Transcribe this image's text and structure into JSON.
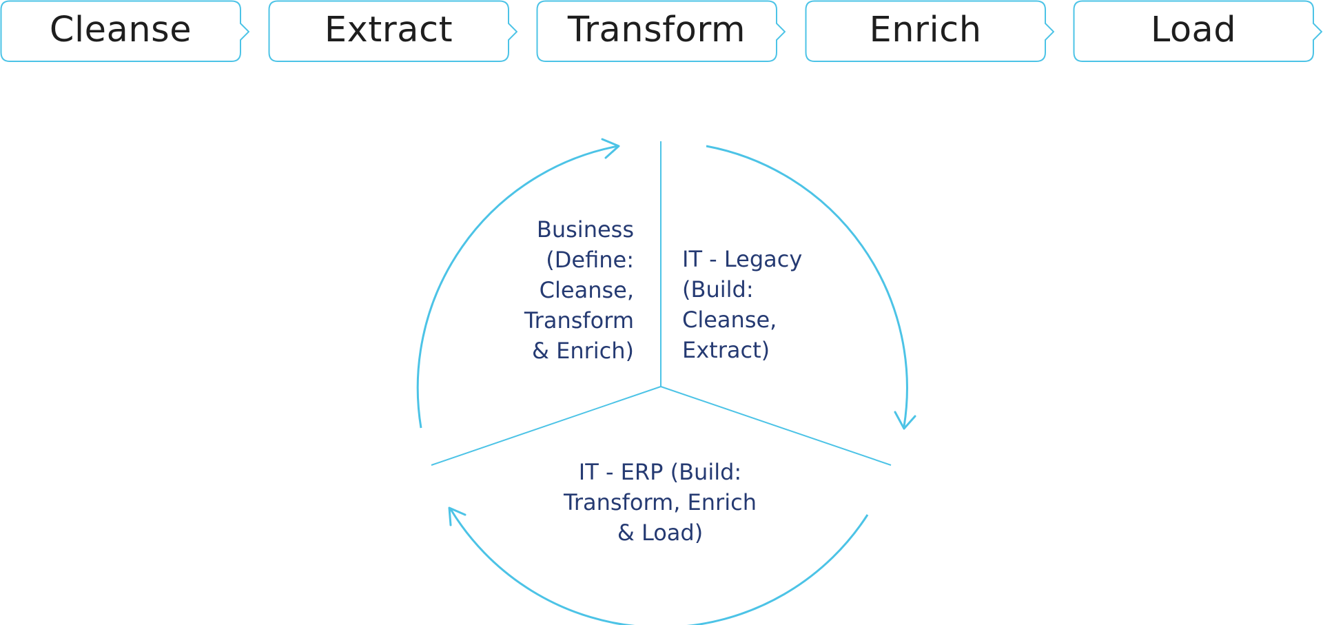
{
  "process_steps": [
    {
      "label": "Cleanse"
    },
    {
      "label": "Extract"
    },
    {
      "label": "Transform"
    },
    {
      "label": "Enrich"
    },
    {
      "label": "Load"
    }
  ],
  "cycle": {
    "segments": {
      "business": {
        "lines": [
          "Business",
          "(Define:",
          "Cleanse,",
          "Transform",
          "& Enrich)"
        ]
      },
      "it_legacy": {
        "lines": [
          "IT - Legacy",
          "(Build:",
          "Cleanse,",
          "Extract)"
        ]
      },
      "it_erp": {
        "lines": [
          "IT - ERP (Build:",
          "Transform, Enrich",
          "& Load)"
        ]
      }
    }
  },
  "colors": {
    "accent": "#4cc3e6",
    "label_text": "#253a72",
    "step_text": "#1e1e1e"
  }
}
